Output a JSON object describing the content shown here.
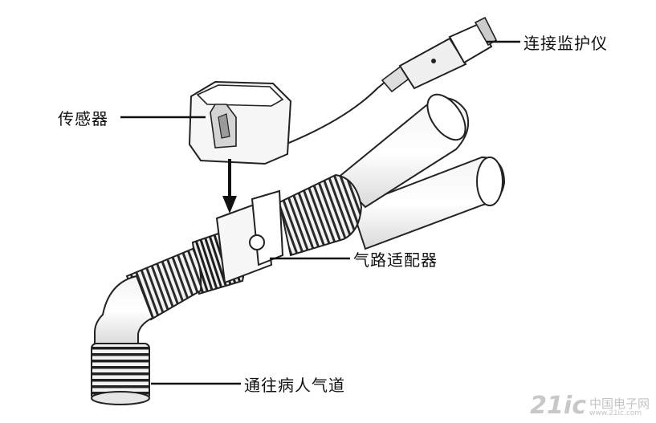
{
  "labels": {
    "monitor": "连接监护仪",
    "sensor": "传感器",
    "adapter": "气路适配器",
    "patient": "通往病人气道"
  },
  "watermark": {
    "brand": "21ic",
    "cn": "中国电子网",
    "url": "www.21ic.com"
  }
}
